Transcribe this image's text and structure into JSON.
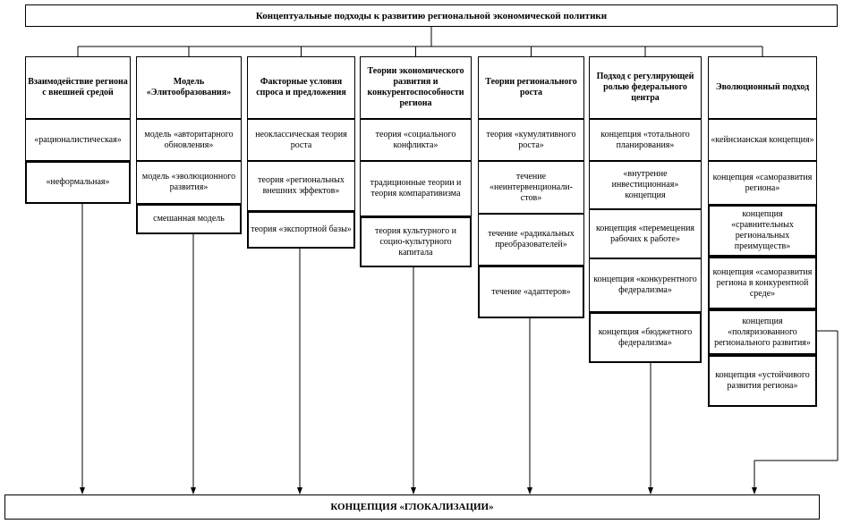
{
  "title": "Концептуальные подходы к развитию региональной экономической политики",
  "bottom": "КОНЦЕПЦИЯ «ГЛОКАЛИЗАЦИИ»",
  "columns": [
    {
      "header": "Взаимодействие региона с внешней средой",
      "items": [
        {
          "text": "«рационалистическая»",
          "bold": false
        },
        {
          "text": "«неформальная»",
          "bold": true
        }
      ]
    },
    {
      "header": "Модель «Элитообразования»",
      "items": [
        {
          "text": "модель «авторитарного обновления»",
          "bold": false
        },
        {
          "text": "модель «эволюционного развития»",
          "bold": false
        },
        {
          "text": "смешанная модель",
          "bold": true
        }
      ]
    },
    {
      "header": "Факторные условия спроса и предложения",
      "items": [
        {
          "text": "неоклассическая теория роста",
          "bold": false
        },
        {
          "text": "теория «региональных внешних эффектов»",
          "bold": false
        },
        {
          "text": "теория «экспортной базы»",
          "bold": true
        }
      ]
    },
    {
      "header": "Теории экономического развития и конкурентоспособности региона",
      "items": [
        {
          "text": "теория «социального конфликта»",
          "bold": false
        },
        {
          "text": "традиционные теории и теория компаративизма",
          "bold": false
        },
        {
          "text": "теория культурного и социо-культурного капитала",
          "bold": true
        }
      ]
    },
    {
      "header": "Теории регионального роста",
      "items": [
        {
          "text": "теория «кумулятивного роста»",
          "bold": false
        },
        {
          "text": "течение «неинтервенционали-стов»",
          "bold": false
        },
        {
          "text": "течение «радикальных преобразователей»",
          "bold": false
        },
        {
          "text": "течение «адаптеров»",
          "bold": true
        }
      ]
    },
    {
      "header": "Подход с регулирующей ролью федерального центра",
      "items": [
        {
          "text": "концепция «тотального планирования»",
          "bold": false
        },
        {
          "text": "«внутренне инвестиционная» концепция",
          "bold": false
        },
        {
          "text": "концепция «перемещения рабочих к работе»",
          "bold": false
        },
        {
          "text": "концепция «конкурентного федерализма»",
          "bold": false
        },
        {
          "text": "концепция «бюджетного федерализма»",
          "bold": true
        }
      ]
    },
    {
      "header": "Эволюционный подход",
      "items": [
        {
          "text": "«кейнсианская концепция»",
          "bold": false
        },
        {
          "text": "концепция «саморазвития региона»",
          "bold": false
        },
        {
          "text": "концепция «сравнительных региональных преимуществ»",
          "bold": true
        },
        {
          "text": "концепция «саморазвития региона в конкурентной среде»",
          "bold": true
        },
        {
          "text": "концепция «поляризованного регионального развития»",
          "bold": true
        },
        {
          "text": "концепция «устойчивого развития региона»",
          "bold": true
        }
      ]
    }
  ]
}
